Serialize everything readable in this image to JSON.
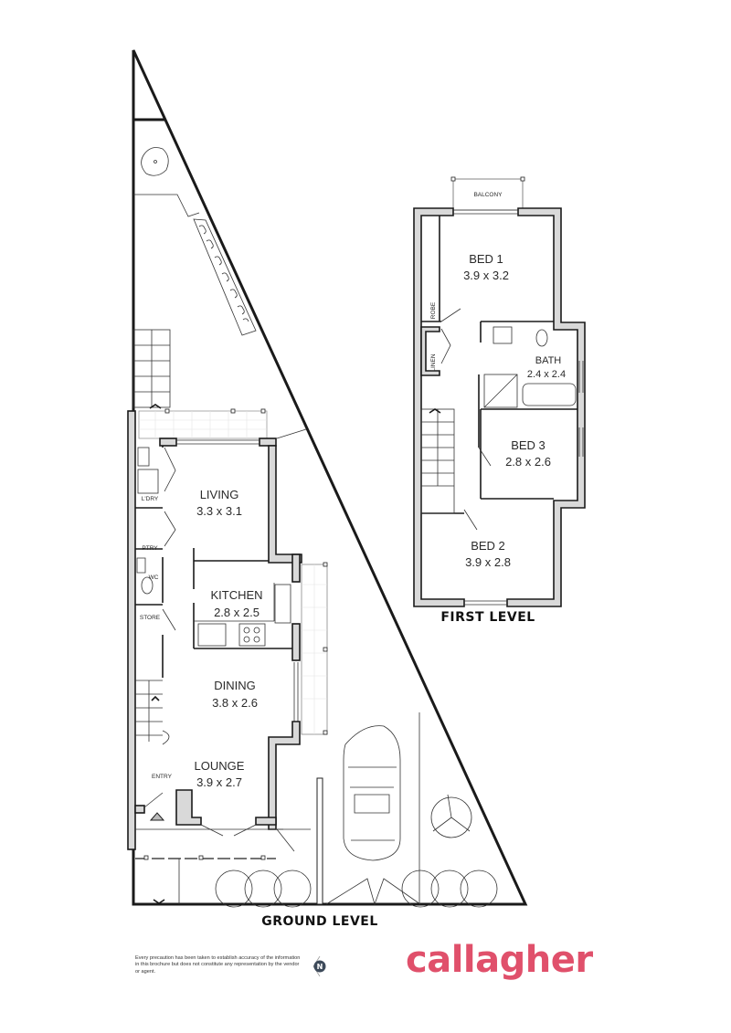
{
  "levels": {
    "first": {
      "title": "FIRST LEVEL",
      "rooms": [
        {
          "name": "BALCONY",
          "dims": ""
        },
        {
          "name": "BED 1",
          "dims": "3.9 x 3.2"
        },
        {
          "name": "BATH",
          "dims": "2.4 x 2.4"
        },
        {
          "name": "BED 3",
          "dims": "2.8 x 2.6"
        },
        {
          "name": "BED 2",
          "dims": "3.9 x 2.8"
        }
      ],
      "small_labels": {
        "robe": "ROBE",
        "linen": "LINEN"
      }
    },
    "ground": {
      "title": "GROUND LEVEL",
      "rooms": [
        {
          "name": "LIVING",
          "dims": "3.3 x 3.1"
        },
        {
          "name": "KITCHEN",
          "dims": "2.8 x 2.5"
        },
        {
          "name": "DINING",
          "dims": "3.8 x 2.6"
        },
        {
          "name": "LOUNGE",
          "dims": "3.9 x 2.7"
        }
      ],
      "small_labels": {
        "laundry": "L'DRY",
        "pantry": "PTRY",
        "wc": "WC",
        "store": "STORE",
        "entry": "ENTRY"
      }
    }
  },
  "footer": {
    "disclaimer": "Every precaution has been taken to establish accuracy of the information in this brochure but does not constitute any representation by the vendor or agent.",
    "north_icon_label": "N",
    "brand": "callagher",
    "brand_color": "#e0506b"
  }
}
